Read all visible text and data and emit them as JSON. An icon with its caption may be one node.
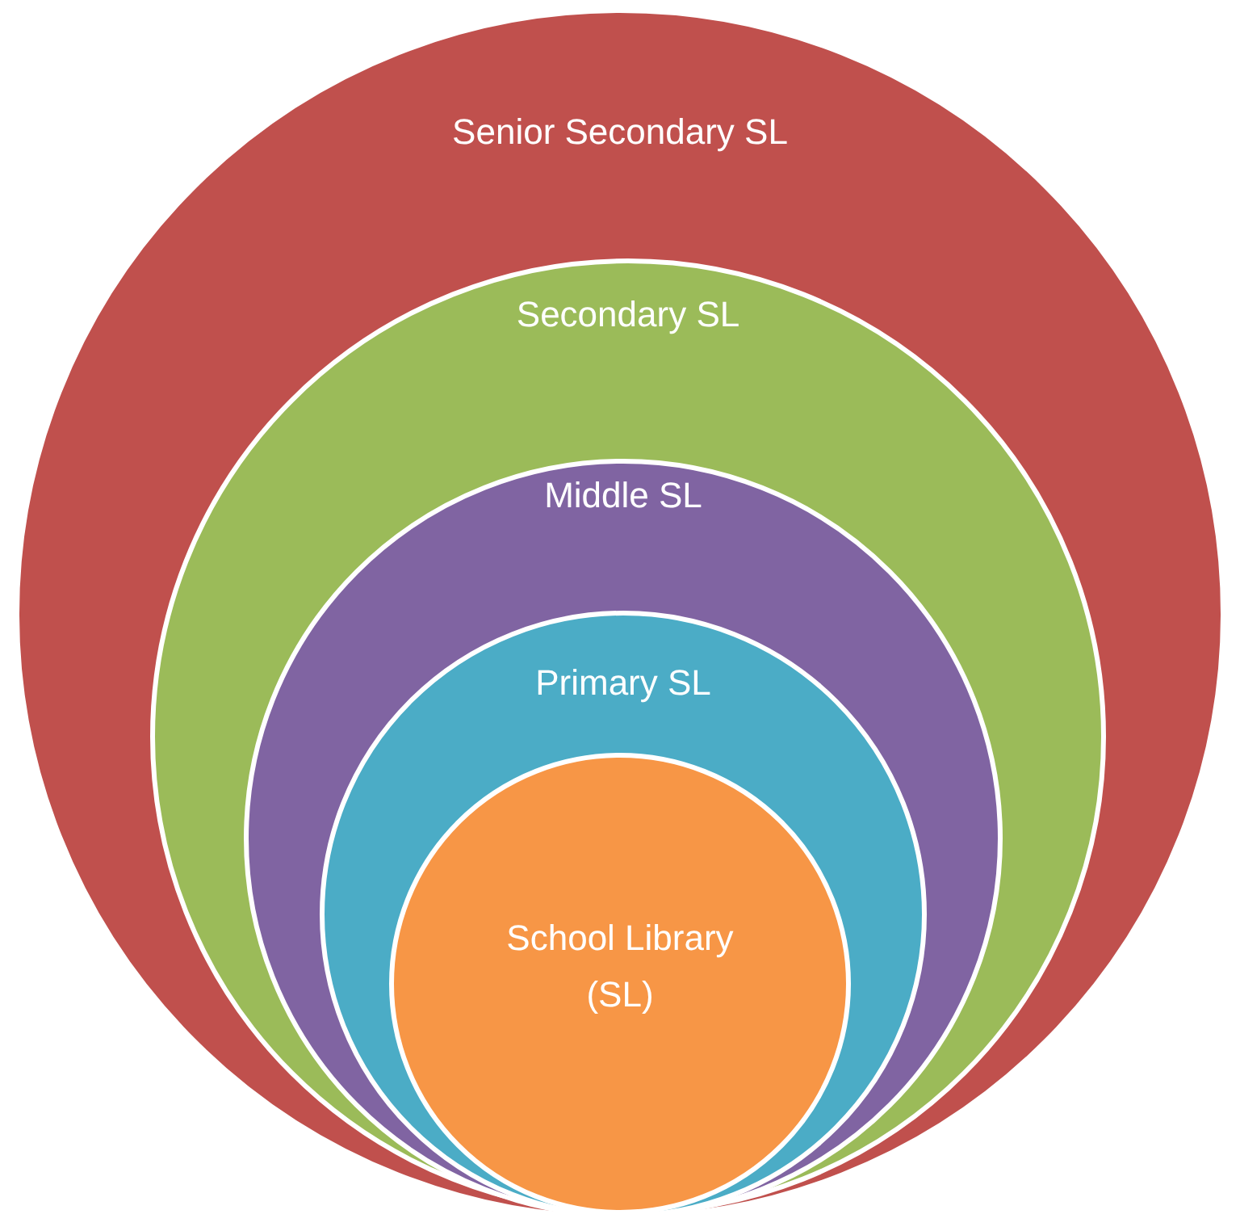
{
  "diagram": {
    "nodes": [
      {
        "text": [
          "Senior Secondary SL"
        ]
      },
      {
        "text": [
          "Secondary SL"
        ],
        "in": 0
      },
      {
        "text": [
          "Middle SL"
        ],
        "in": 1
      },
      {
        "text": [
          "Primary SL"
        ],
        "in": 2
      },
      {
        "text": [
          "School Library (SL)"
        ],
        "in": 3
      }
    ]
  }
}
